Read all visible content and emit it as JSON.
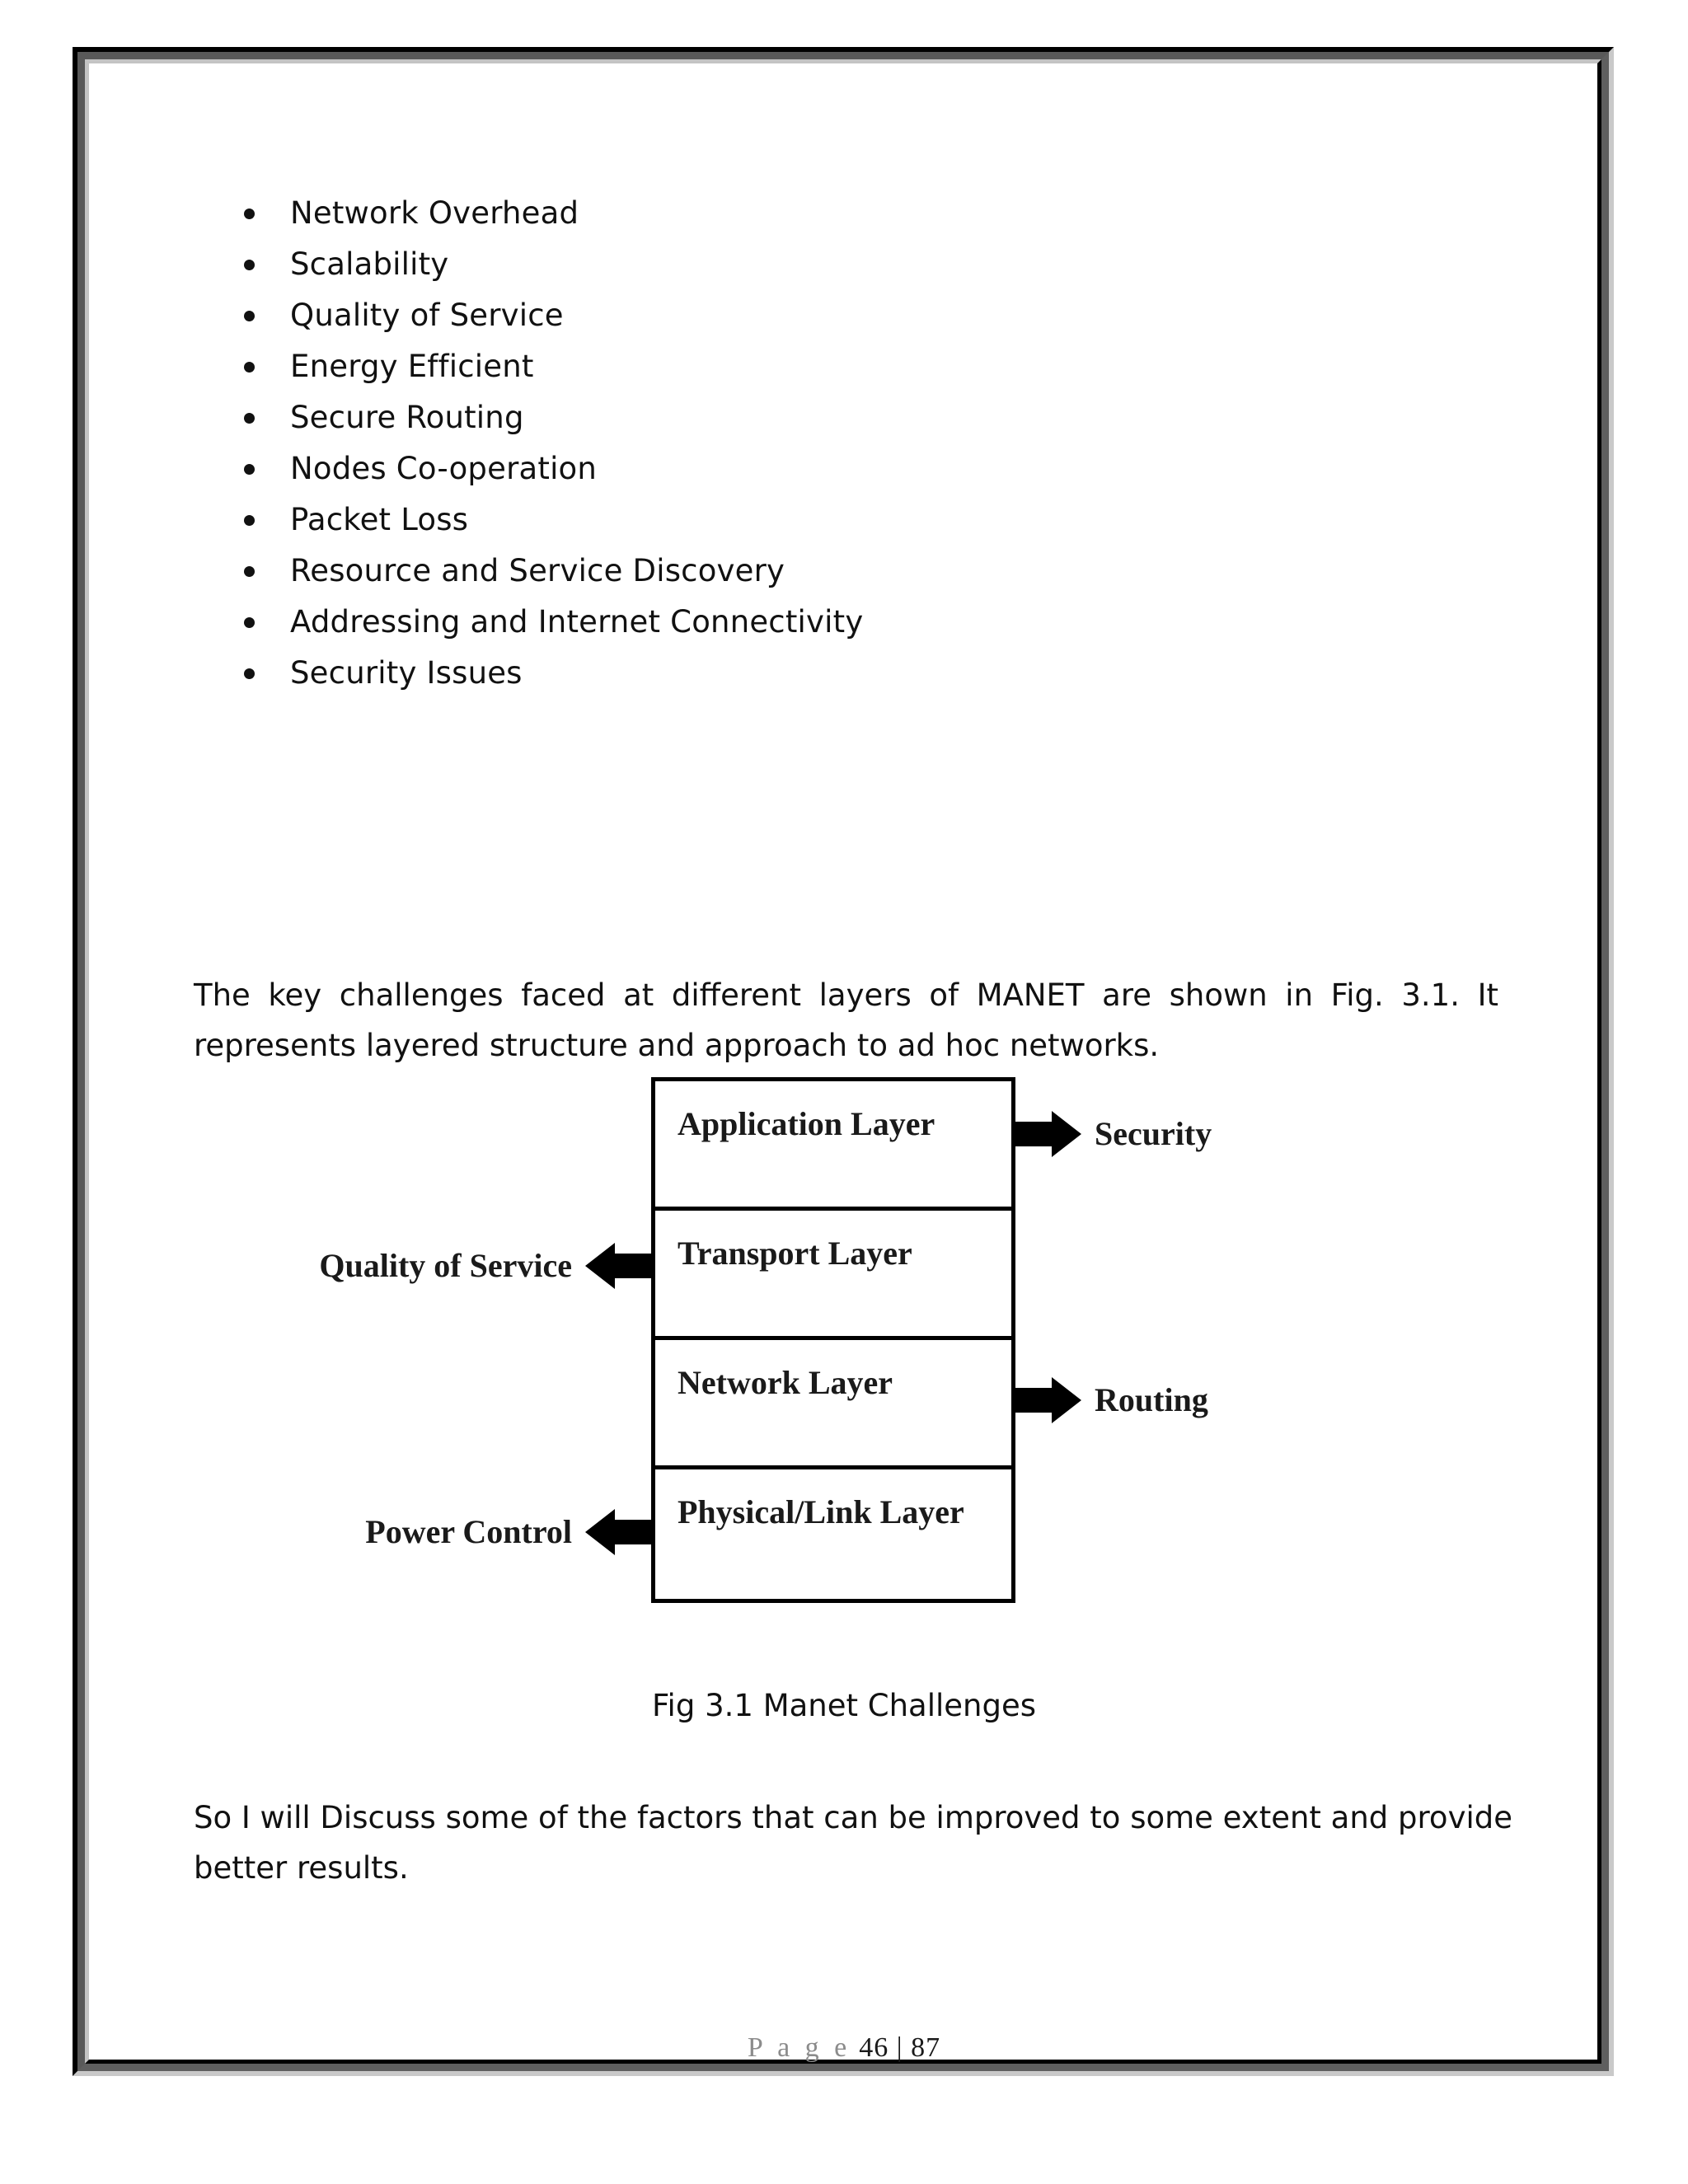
{
  "page": {
    "background_color": "#ffffff",
    "border_outer_color": "#000000",
    "border_mid_color": "#595959",
    "border_inner_color": "#c4c4c4"
  },
  "bullets": [
    {
      "label": "Network Overhead"
    },
    {
      "label": "Scalability"
    },
    {
      "label": "Quality of Service"
    },
    {
      "label": "Energy Efficient"
    },
    {
      "label": "Secure Routing"
    },
    {
      "label": "Nodes Co-operation"
    },
    {
      "label": "Packet Loss"
    },
    {
      "label": "Resource and Service Discovery"
    },
    {
      "label": "Addressing and Internet Connectivity"
    },
    {
      "label": "Security Issues"
    }
  ],
  "paragraphs": {
    "intro": "The key challenges faced at different layers of MANET are shown in Fig. 3.1. It represents layered structure and approach to ad hoc networks.",
    "closing": "So I will Discuss some of the factors that can be improved to some extent and provide better results."
  },
  "diagram": {
    "layers": [
      {
        "label": "Application Layer"
      },
      {
        "label": "Transport Layer"
      },
      {
        "label": "Network Layer"
      },
      {
        "label": "Physical/Link Layer"
      }
    ],
    "annotations": [
      {
        "label": "Security",
        "direction": "right",
        "layer": "Application Layer"
      },
      {
        "label": "Quality of Service",
        "direction": "left",
        "layer": "Transport Layer"
      },
      {
        "label": "Routing",
        "direction": "right",
        "layer": "Network Layer"
      },
      {
        "label": "Power Control",
        "direction": "left",
        "layer": "Physical/Link Layer"
      }
    ],
    "caption": "Fig 3.1 Manet Challenges",
    "stroke_color": "#000000",
    "fill_color": "#ffffff"
  },
  "footer": {
    "word": "P a g e",
    "numbers": "46 | 87",
    "word_color": "#8c8c8c",
    "numbers_color": "#1a1a1a"
  }
}
